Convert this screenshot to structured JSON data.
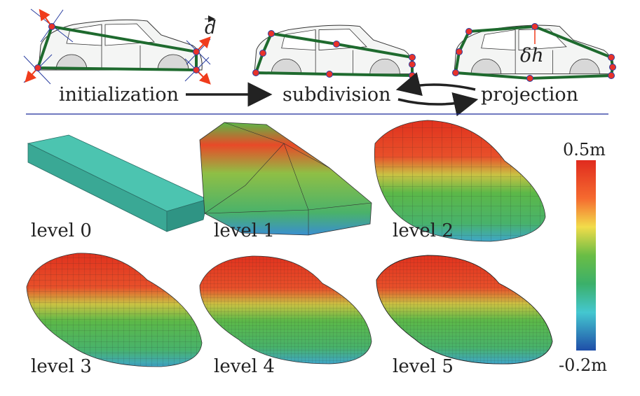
{
  "pipeline": {
    "steps": [
      "initialization",
      "subdivision",
      "projection"
    ],
    "direction_symbol": "d",
    "height_symbol": "δh"
  },
  "levels": [
    "level 0",
    "level 1",
    "level 2",
    "level 3",
    "level 4",
    "level 5"
  ],
  "colorbar": {
    "max_label": "0.5m",
    "min_label": "-0.2m",
    "range_m": [
      -0.2,
      0.5
    ],
    "colors": [
      "#d7301f",
      "#f46d43",
      "#fee08b",
      "#66bd63",
      "#3fae5a",
      "#4dc4c9",
      "#3a7fd0",
      "#1f4ea8"
    ]
  },
  "colors": {
    "cage": "#1e6a2e",
    "vertex": "#e8322a",
    "arrow": "#f03c1c",
    "divider": "#1a2a9a"
  }
}
